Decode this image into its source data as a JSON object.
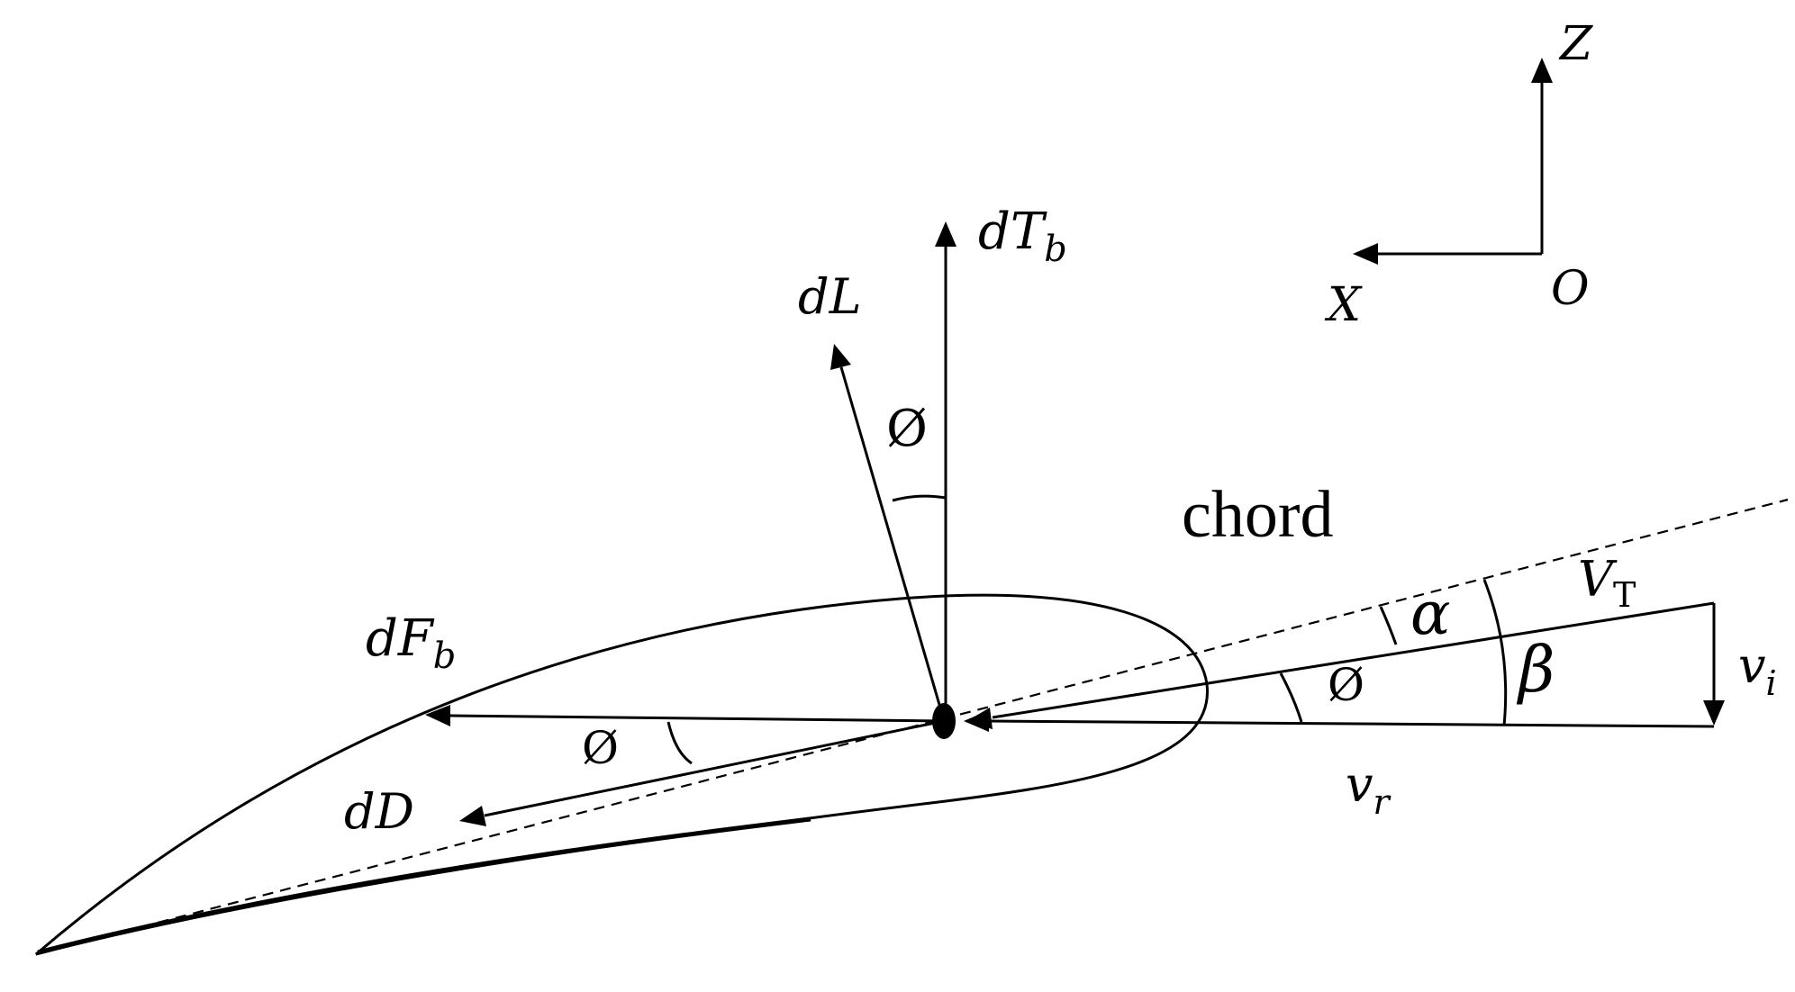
{
  "colors": {
    "ink": "#000000",
    "background": "#ffffff"
  },
  "axes": {
    "z": "Z",
    "x": "X",
    "origin": "O"
  },
  "forces": {
    "thrust": {
      "base": "dT",
      "sub": "b"
    },
    "lift": "dL",
    "force": {
      "base": "dF",
      "sub": "b"
    },
    "drag": "dD"
  },
  "angles": {
    "phi": "Ø",
    "alpha": "α",
    "beta": "β"
  },
  "velocities": {
    "total": {
      "base": "V",
      "sub": "T"
    },
    "induced": {
      "base": "v",
      "sub": "i"
    },
    "rotational": {
      "base": "v",
      "sub": "r"
    }
  },
  "chord_label": "chord"
}
